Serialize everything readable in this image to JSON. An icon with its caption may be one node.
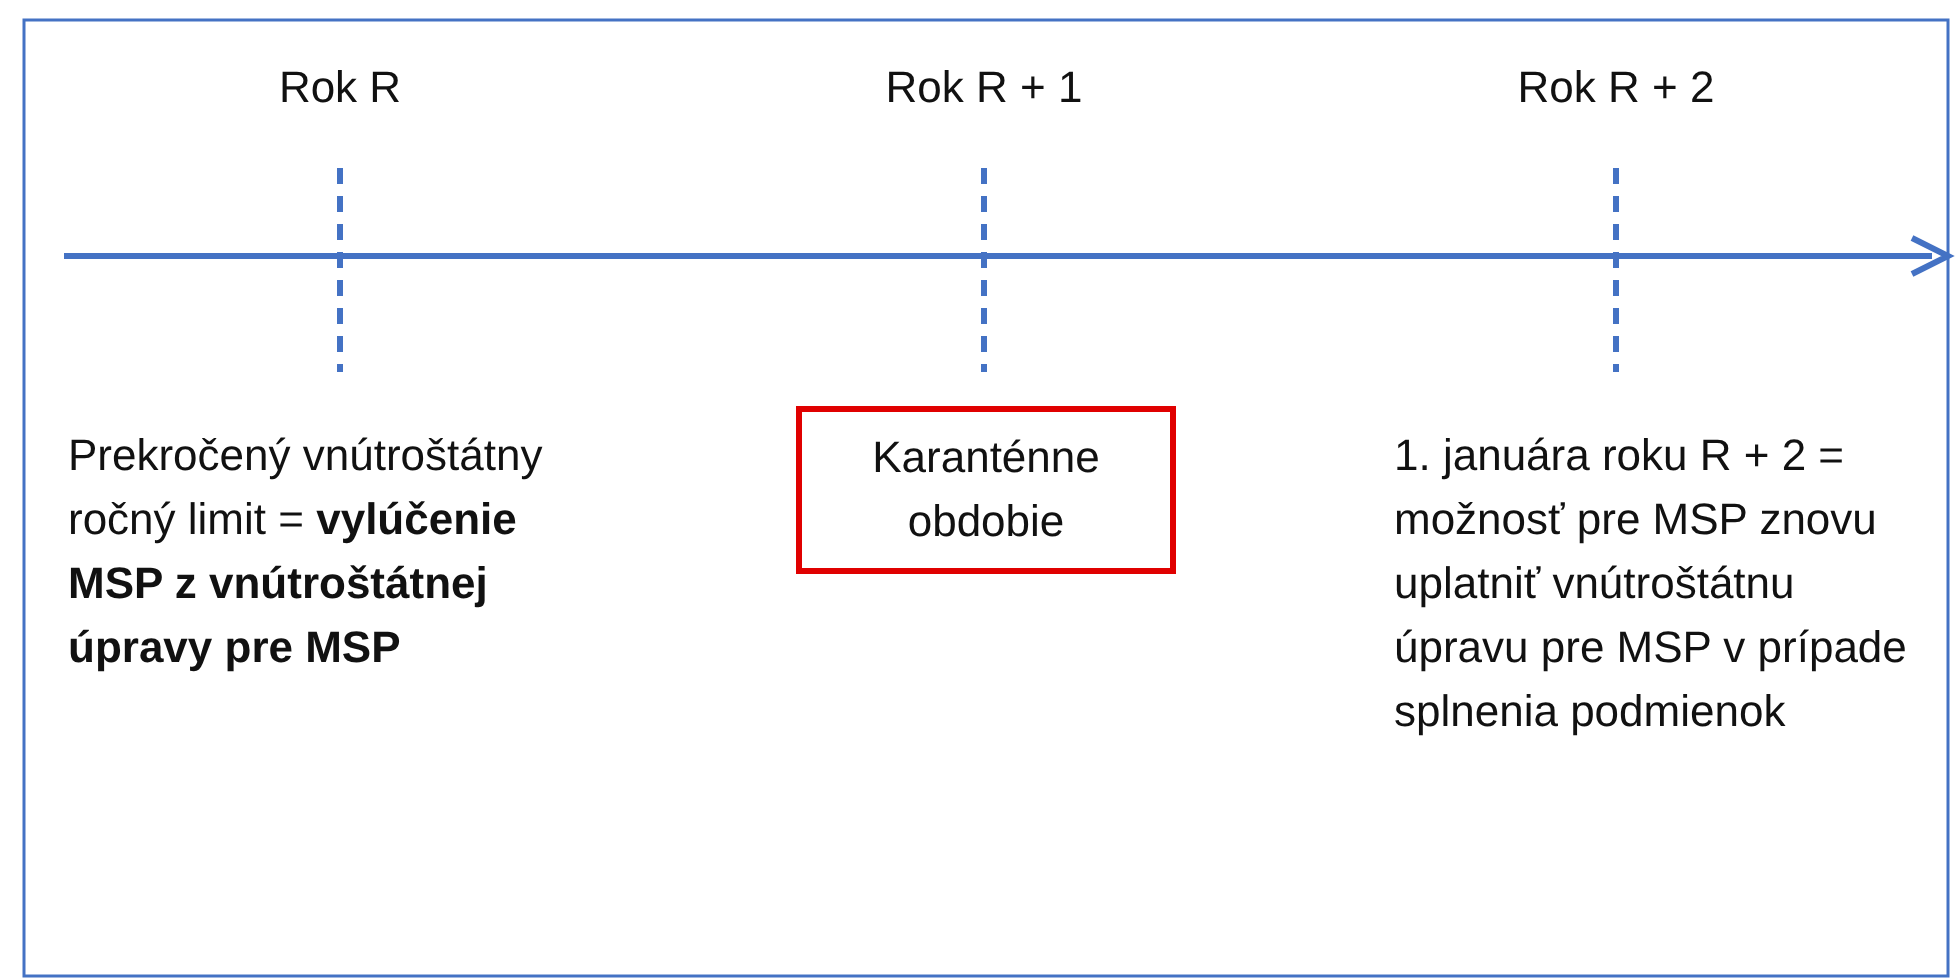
{
  "diagram": {
    "nodes": [
      {
        "text": [
          "Karanténne obdobie"
        ]
      }
    ],
    "edges": [],
    "labels": [
      "Rok R",
      "Rok R + 1",
      "Rok R + 2",
      "Prekročený vnútroštátny ročný limit = **vylúčenie MSP z vnútroštátnej úpravy pre MSP**",
      "1. januára roku R + 2 = možnosť pre MSP znovu uplatniť vnútroštátnu úpravu pre MSP v prípade splnenia podmienok"
    ]
  }
}
